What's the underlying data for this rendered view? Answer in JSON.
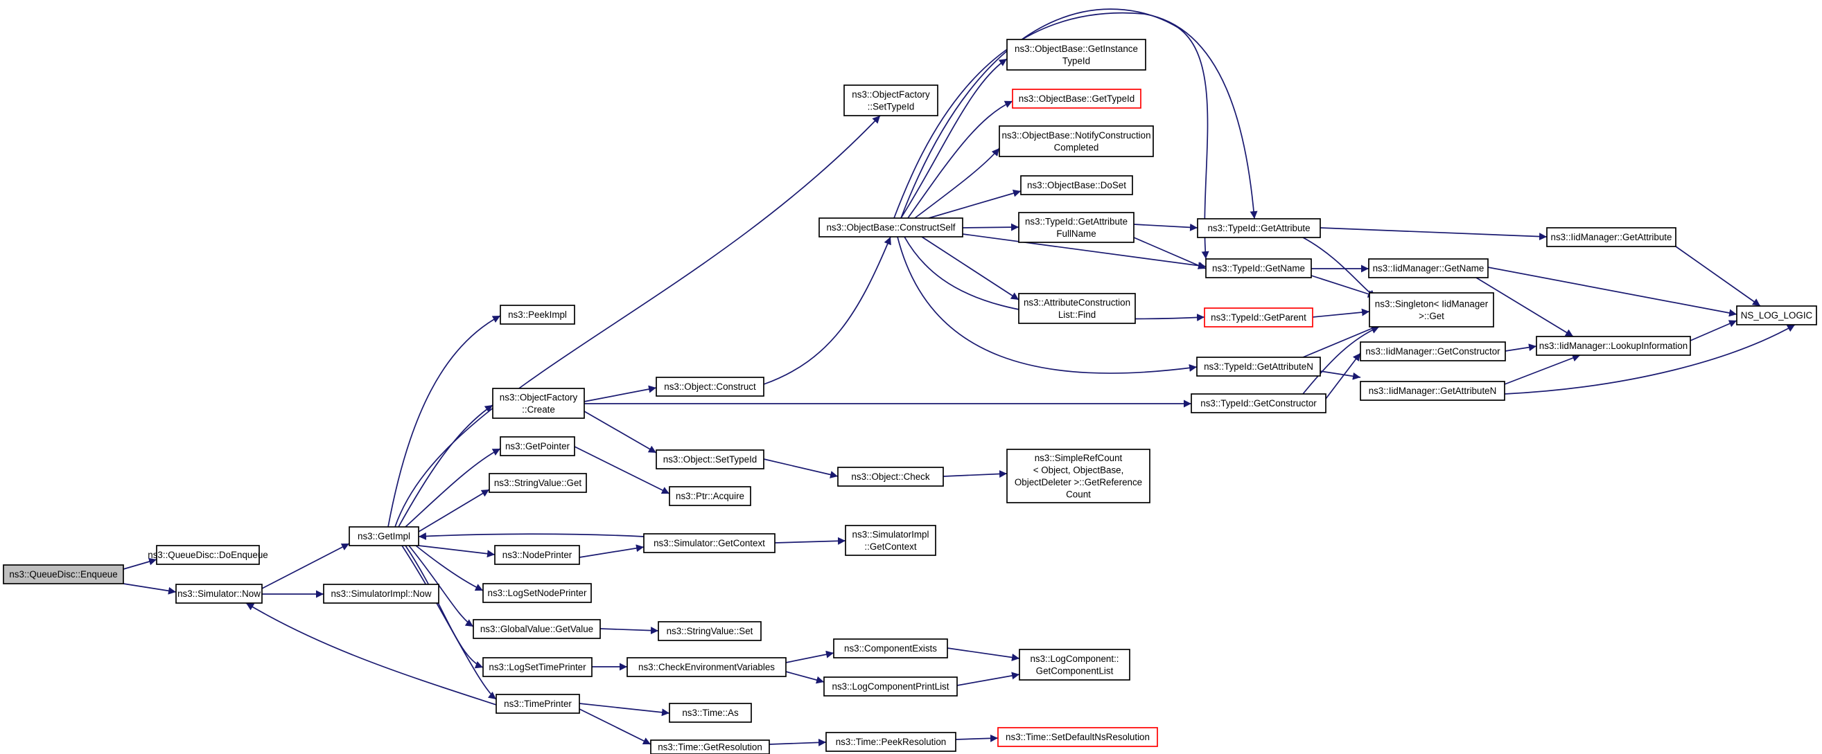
{
  "colors": {
    "edge": "#191970",
    "border": "#000000",
    "root_fill": "#bfbfbf",
    "missing_border": "#ff0000",
    "background": "#ffffff"
  },
  "nodes": [
    {
      "id": "enqueue",
      "lines": [
        "ns3::QueueDisc::Enqueue"
      ]
    },
    {
      "id": "doenqueue",
      "lines": [
        "ns3::QueueDisc::DoEnqueue"
      ]
    },
    {
      "id": "simnow",
      "lines": [
        "ns3::Simulator::Now"
      ]
    },
    {
      "id": "getimpl",
      "lines": [
        "ns3::GetImpl"
      ]
    },
    {
      "id": "simimplnow",
      "lines": [
        "ns3::SimulatorImpl::Now"
      ]
    },
    {
      "id": "peekimpl",
      "lines": [
        "ns3::PeekImpl"
      ]
    },
    {
      "id": "ofcreate",
      "lines": [
        "ns3::ObjectFactory",
        "::Create"
      ]
    },
    {
      "id": "getpointer",
      "lines": [
        "ns3::GetPointer"
      ]
    },
    {
      "id": "strget",
      "lines": [
        "ns3::StringValue::Get"
      ]
    },
    {
      "id": "nodeprinter",
      "lines": [
        "ns3::NodePrinter"
      ]
    },
    {
      "id": "logsetnode",
      "lines": [
        "ns3::LogSetNodePrinter"
      ]
    },
    {
      "id": "gvgetvalue",
      "lines": [
        "ns3::GlobalValue::GetValue"
      ]
    },
    {
      "id": "logsettime",
      "lines": [
        "ns3::LogSetTimePrinter"
      ]
    },
    {
      "id": "timeprinter",
      "lines": [
        "ns3::TimePrinter"
      ]
    },
    {
      "id": "ofsettypeid",
      "lines": [
        "ns3::ObjectFactory",
        "::SetTypeId"
      ]
    },
    {
      "id": "objconstruct",
      "lines": [
        "ns3::Object::Construct"
      ]
    },
    {
      "id": "objsettypeid",
      "lines": [
        "ns3::Object::SetTypeId"
      ]
    },
    {
      "id": "ptracquire",
      "lines": [
        "ns3::Ptr::Acquire"
      ]
    },
    {
      "id": "simgetctx",
      "lines": [
        "ns3::Simulator::GetContext"
      ]
    },
    {
      "id": "strset",
      "lines": [
        "ns3::StringValue::Set"
      ]
    },
    {
      "id": "checkenv",
      "lines": [
        "ns3::CheckEnvironmentVariables"
      ]
    },
    {
      "id": "timeas",
      "lines": [
        "ns3::Time::As"
      ]
    },
    {
      "id": "timegetres",
      "lines": [
        "ns3::Time::GetResolution"
      ]
    },
    {
      "id": "obconstructself",
      "lines": [
        "ns3::ObjectBase::ConstructSelf"
      ]
    },
    {
      "id": "objcheck",
      "lines": [
        "ns3::Object::Check"
      ]
    },
    {
      "id": "simimplgetctx",
      "lines": [
        "ns3::SimulatorImpl",
        "::GetContext"
      ]
    },
    {
      "id": "compexists",
      "lines": [
        "ns3::ComponentExists"
      ]
    },
    {
      "id": "logcompprint",
      "lines": [
        "ns3::LogComponentPrintList"
      ]
    },
    {
      "id": "timepeekres",
      "lines": [
        "ns3::Time::PeekResolution"
      ]
    },
    {
      "id": "obgetinst",
      "lines": [
        "ns3::ObjectBase::GetInstance",
        "TypeId"
      ]
    },
    {
      "id": "obgettypeid",
      "lines": [
        "ns3::ObjectBase::GetTypeId"
      ]
    },
    {
      "id": "obnotify",
      "lines": [
        "ns3::ObjectBase::NotifyConstruction",
        "Completed"
      ]
    },
    {
      "id": "obdoset",
      "lines": [
        "ns3::ObjectBase::DoSet"
      ]
    },
    {
      "id": "tidgetattrfull",
      "lines": [
        "ns3::TypeId::GetAttribute",
        "FullName"
      ]
    },
    {
      "id": "attrconstr",
      "lines": [
        "ns3::AttributeConstruction",
        "List::Find"
      ]
    },
    {
      "id": "simplerefcount",
      "lines": [
        "ns3::SimpleRefCount",
        "< Object, ObjectBase,",
        "ObjectDeleter >::GetReference",
        "Count"
      ]
    },
    {
      "id": "logcompget",
      "lines": [
        "ns3::LogComponent::",
        "GetComponentList"
      ]
    },
    {
      "id": "timesetdef",
      "lines": [
        "ns3::Time::SetDefaultNsResolution"
      ]
    },
    {
      "id": "tidgetattr",
      "lines": [
        "ns3::TypeId::GetAttribute"
      ]
    },
    {
      "id": "tidgetname",
      "lines": [
        "ns3::TypeId::GetName"
      ]
    },
    {
      "id": "tidgetparent",
      "lines": [
        "ns3::TypeId::GetParent"
      ]
    },
    {
      "id": "tidgetattrn",
      "lines": [
        "ns3::TypeId::GetAttributeN"
      ]
    },
    {
      "id": "tidgetconstr",
      "lines": [
        "ns3::TypeId::GetConstructor"
      ]
    },
    {
      "id": "singleton",
      "lines": [
        "ns3::Singleton< IidManager",
        ">::Get"
      ]
    },
    {
      "id": "iidgetname",
      "lines": [
        "ns3::IidManager::GetName"
      ]
    },
    {
      "id": "iidgetconstr",
      "lines": [
        "ns3::IidManager::GetConstructor"
      ]
    },
    {
      "id": "iidgetattrn",
      "lines": [
        "ns3::IidManager::GetAttributeN"
      ]
    },
    {
      "id": "iidgetattr",
      "lines": [
        "ns3::IidManager::GetAttribute"
      ]
    },
    {
      "id": "iidlookup",
      "lines": [
        "ns3::IidManager::LookupInformation"
      ]
    },
    {
      "id": "nslog",
      "lines": [
        "NS_LOG_LOGIC"
      ]
    }
  ]
}
